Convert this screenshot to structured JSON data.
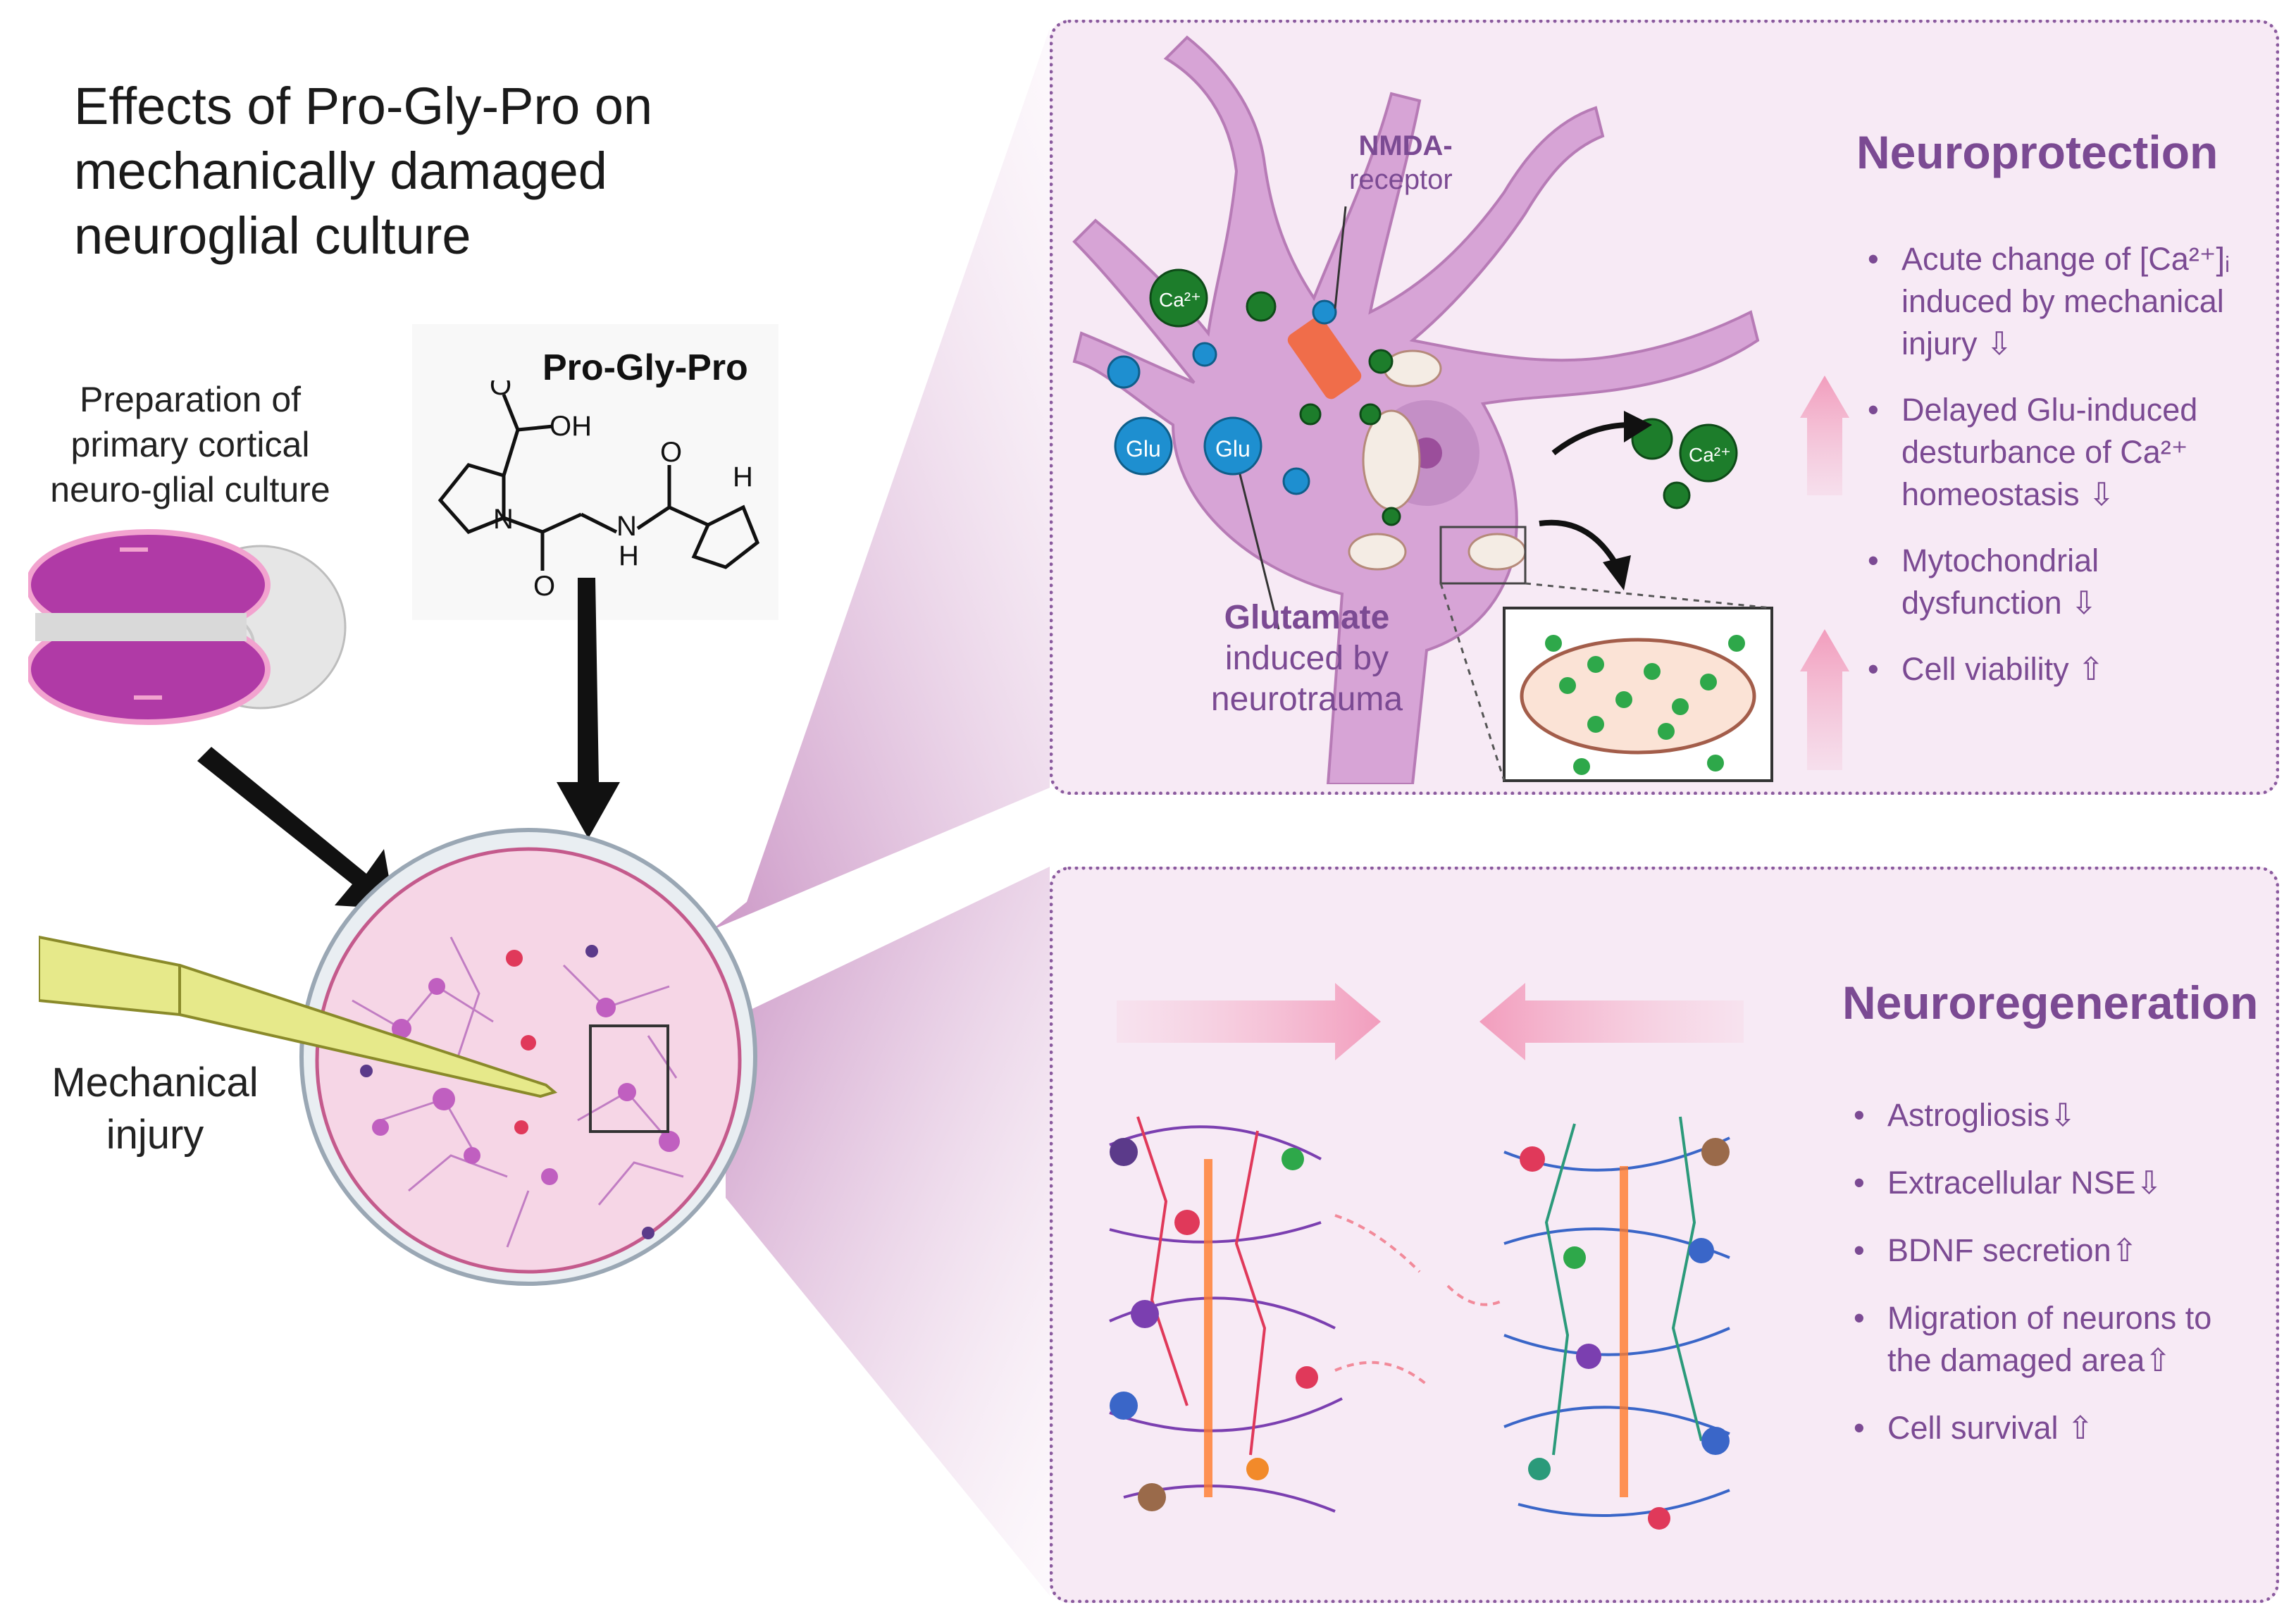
{
  "title": "Effects of Pro-Gly-Pro on mechanically damaged neuroglial culture",
  "preparation_label": "Preparation of primary cortical neuro-glial culture",
  "compound_label": "Pro-Gly-Pro",
  "injury_label": "Mechanical injury",
  "structure_labels": {
    "oh": "OH",
    "o1": "O",
    "o2": "O",
    "o3": "O",
    "n1": "N",
    "n2": "N",
    "h1": "H",
    "h2": "H"
  },
  "neuron": {
    "nmda_label": "NMDA-",
    "nmda_label2": "receptor",
    "glutamate_label": "Glutamate",
    "glutamate_sub1": "induced by",
    "glutamate_sub2": "neurotrauma",
    "glu": "Glu",
    "ca": "Ca²⁺"
  },
  "neuroprotection": {
    "heading": "Neuroprotection",
    "items": [
      "Acute change of [Ca²⁺]ᵢ induced by mechanical injury ⇩",
      "Delayed Glu-induced desturbance of Ca²⁺ homeostasis ⇩",
      "Mytochondrial dysfunction ⇩",
      "Cell viability ⇧"
    ]
  },
  "neuroregeneration": {
    "heading": "Neuroregeneration",
    "items": [
      "Astrogliosis⇩",
      "Extracellular NSE⇩",
      "BDNF secretion⇧",
      "Migration of neurons to the damaged area⇧",
      "Cell survival ⇧"
    ]
  },
  "colors": {
    "accent_purple": "#7b4a93",
    "panel_fill": "#f7eaf5",
    "neuron_fill": "#d7a4d6",
    "brain_magenta": "#b03aa6",
    "glu_blue": "#1e8fd0",
    "ca_green": "#1d7d2b"
  }
}
